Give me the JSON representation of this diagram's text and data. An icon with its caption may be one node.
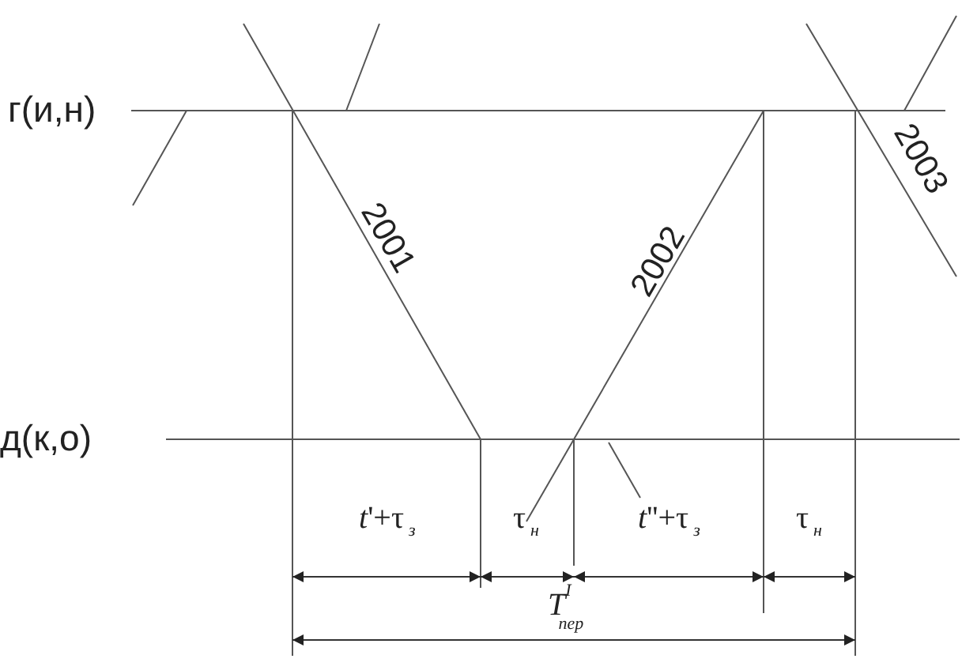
{
  "diagram": {
    "labels": [
      "г(и,н)",
      "2003",
      "2001",
      "2002",
      "д(к,о)",
      "*t*'+τ$_{з}$",
      "τ$_{н}$",
      "*t*''+τ$_{з}$",
      "τ$_{н}$",
      "*T*$^{I}$$_{пер}$"
    ]
  }
}
